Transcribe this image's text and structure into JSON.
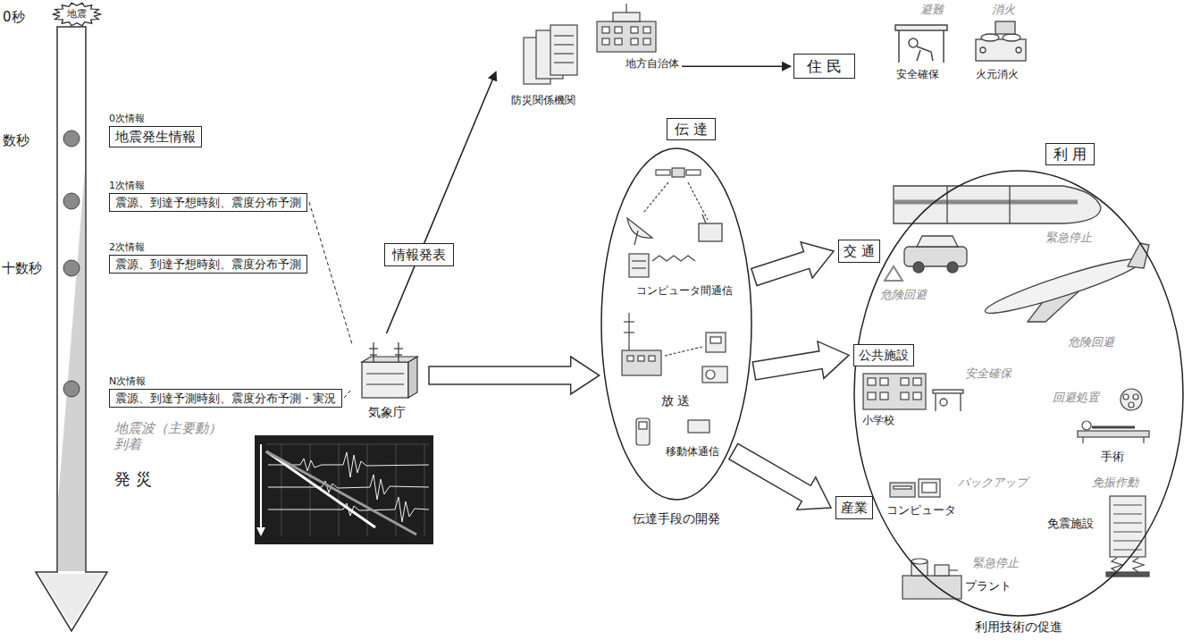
{
  "diagram": {
    "nodes": [
      {
        "text": [
          "地震"
        ]
      },
      {
        "text": [
          "0次情報",
          "地震発生情報"
        ]
      },
      {
        "text": [
          "1次情報",
          "震源、到達予想時刻、震度分布予測"
        ]
      },
      {
        "text": [
          "2次情報",
          "震源、到達予想時刻、震度分布予測"
        ]
      },
      {
        "text": [
          "N次情報",
          "震源、到達予測時刻、震度分布予測・実況"
        ]
      },
      {
        "text": [
          "気象庁"
        ]
      },
      {
        "text": [
          "防災関係機関"
        ]
      },
      {
        "text": [
          "地方自治体"
        ]
      },
      {
        "text": [
          "住 民"
        ]
      },
      {
        "text": [
          "伝 達",
          "伝達手段の開発"
        ]
      },
      {
        "text": [
          "利 用",
          "利用技術の促進"
        ]
      },
      {
        "text": [
          "交 通"
        ],
        "in": 10
      },
      {
        "text": [
          "公共施設"
        ],
        "in": 10
      },
      {
        "text": [
          "産業"
        ],
        "in": 10
      }
    ],
    "edges": [
      {
        "from": 2,
        "to": 5,
        "arrow": "none"
      },
      {
        "from": 4,
        "to": 5,
        "arrow": "none"
      },
      {
        "from": 5,
        "to": 6,
        "label": "情報発表",
        "arrow": "to"
      },
      {
        "from": 7,
        "to": 8,
        "arrow": "to"
      },
      {
        "from": 5,
        "to": 9,
        "arrow": "to"
      },
      {
        "from": 9,
        "to": 11,
        "arrow": "to"
      },
      {
        "from": 9,
        "to": 12,
        "arrow": "to"
      },
      {
        "from": 9,
        "to": 13,
        "arrow": "to"
      }
    ],
    "labels": [
      "0秒",
      "数秒",
      "十数秒",
      "地震波（主要動） 到着",
      "発 災",
      "避難",
      "消火",
      "安全確保",
      "火元消火",
      "コンピュータ間通信",
      "放 送",
      "移動体通信",
      "緊急停止",
      "危険回避",
      "危険回避",
      "安全確保",
      "小学校",
      "回避処置",
      "手術",
      "バックアップ",
      "免振作動",
      "コンピュータ",
      "免震施設",
      "緊急停止",
      "プラント"
    ]
  }
}
